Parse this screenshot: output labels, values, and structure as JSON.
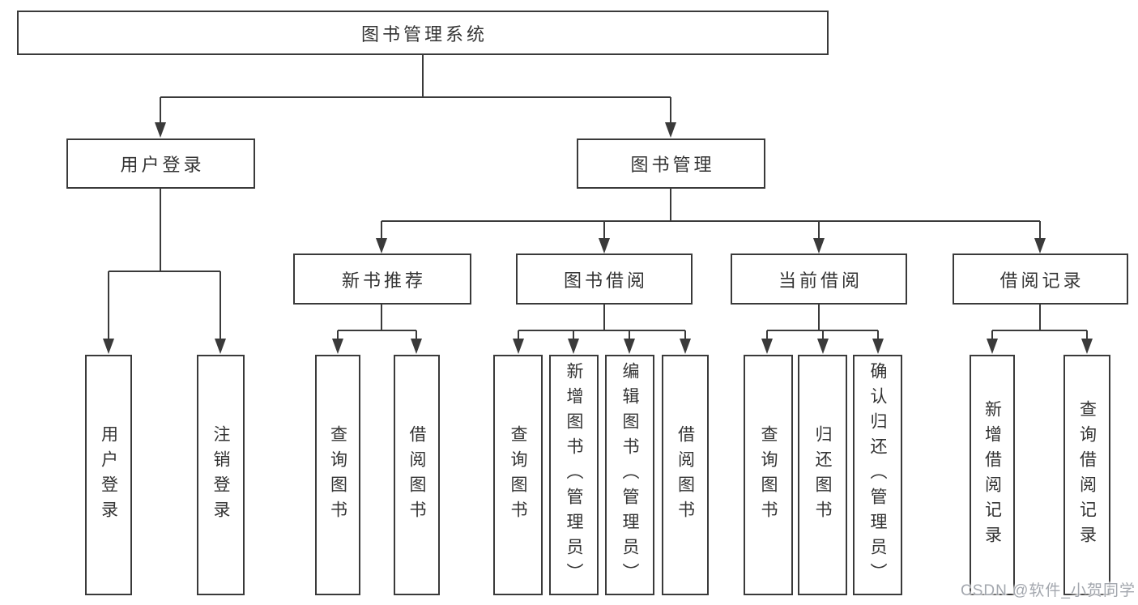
{
  "diagram": {
    "root": "图书管理系统",
    "branches": {
      "user_login": {
        "label": "用户登录",
        "children": [
          "用户登录",
          "注销登录"
        ]
      },
      "book_management": {
        "label": "图书管理",
        "sections": {
          "new_book": {
            "label": "新书推荐",
            "children": [
              "查询图书",
              "借阅图书"
            ]
          },
          "borrow": {
            "label": "图书借阅",
            "children": [
              "查询图书",
              "新增图书（管理员）",
              "编辑图书（管理员）",
              "借阅图书"
            ]
          },
          "current": {
            "label": "当前借阅",
            "children": [
              "查询图书",
              "归还图书",
              "确认归还（管理员）"
            ]
          },
          "records": {
            "label": "借阅记录",
            "children": [
              "新增借阅记录",
              "查询借阅记录"
            ]
          }
        }
      }
    }
  },
  "watermark": "CSDN @软件_小贺同学",
  "colors": {
    "line": "#3a3a3a",
    "box_border": "#3a3a3a",
    "text": "#333333",
    "watermark": "#a3a7ae",
    "background": "#ffffff"
  }
}
